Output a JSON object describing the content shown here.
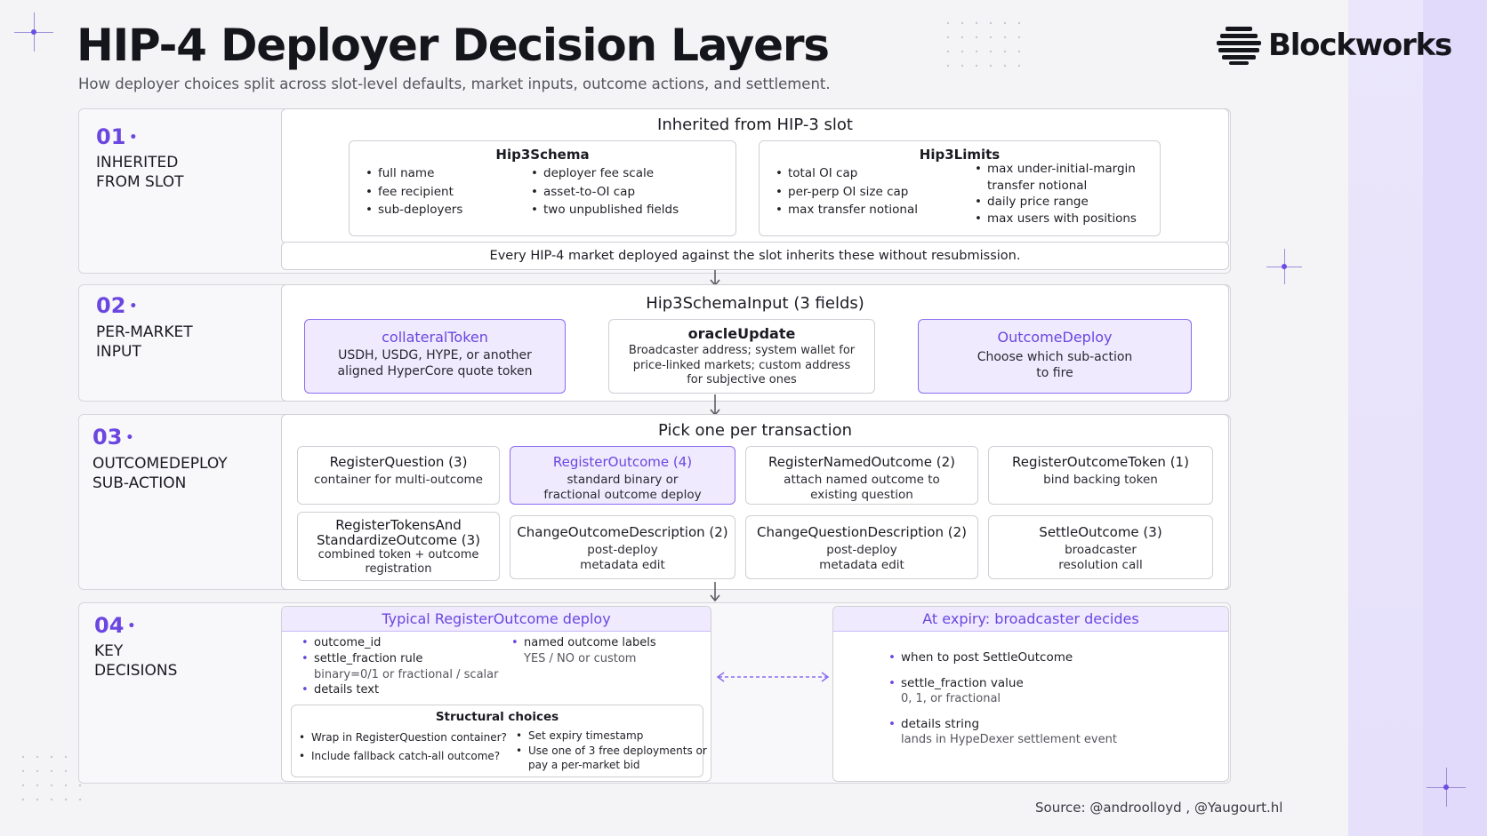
{
  "header": {
    "title": "HIP-4 Deployer Decision Layers",
    "subtitle": "How deployer choices split across slot-level defaults, market inputs, outcome actions, and settlement.",
    "brand": "Blockworks"
  },
  "colors": {
    "accent": "#6b46e0",
    "highlight_fill": "#efeafe",
    "panel": "#e6e0fb"
  },
  "layers": [
    {
      "number": "01",
      "label": "INHERITED\nFROM SLOT"
    },
    {
      "number": "02",
      "label": "PER-MARKET\nINPUT"
    },
    {
      "number": "03",
      "label": "OUTCOMEDEPLOY\nSUB-ACTION"
    },
    {
      "number": "04",
      "label": "KEY\nDECISIONS"
    }
  ],
  "layer1": {
    "title": "Inherited from HIP-3 slot",
    "schema": {
      "title": "Hip3Schema",
      "col1": [
        "full name",
        "fee recipient",
        "sub-deployers"
      ],
      "col2": [
        "deployer fee scale",
        "asset-to-OI cap",
        "two unpublished fields"
      ]
    },
    "limits": {
      "title": "Hip3Limits",
      "col1": [
        "total OI cap",
        "per-perp OI size cap",
        "max transfer notional"
      ],
      "col2": [
        "max under-initial-margin",
        "transfer notional",
        "daily price range",
        "max users with positions"
      ]
    },
    "footer": "Every HIP-4 market deployed against the slot inherits these without resubmission."
  },
  "layer2": {
    "title": "Hip3SchemaInput (3 fields)",
    "cards": [
      {
        "title": "collateralToken",
        "lines": [
          "USDH, USDG, HYPE, or another",
          "aligned HyperCore quote token"
        ]
      },
      {
        "title": "oracleUpdate",
        "lines": [
          "Broadcaster address; system wallet for",
          "price-linked markets; custom address",
          "for subjective ones"
        ]
      },
      {
        "title": "OutcomeDeploy",
        "lines": [
          "Choose which sub-action",
          "to fire"
        ]
      }
    ]
  },
  "layer3": {
    "title": "Pick one per transaction",
    "cards": [
      {
        "title": "RegisterQuestion (3)",
        "lines": [
          "container for multi-outcome"
        ]
      },
      {
        "title": "RegisterOutcome (4)",
        "lines": [
          "standard binary or",
          "fractional outcome deploy"
        ]
      },
      {
        "title": "RegisterNamedOutcome (2)",
        "lines": [
          "attach named outcome to",
          "existing question"
        ]
      },
      {
        "title": "RegisterOutcomeToken (1)",
        "lines": [
          "bind backing token"
        ]
      },
      {
        "title": "RegisterTokensAnd",
        "title2": "StandardizeOutcome (3)",
        "lines": [
          "combined token + outcome",
          "registration"
        ]
      },
      {
        "title": "ChangeOutcomeDescription (2)",
        "lines": [
          "post-deploy",
          "metadata edit"
        ]
      },
      {
        "title": "ChangeQuestionDescription (2)",
        "lines": [
          "post-deploy",
          "metadata edit"
        ]
      },
      {
        "title": "SettleOutcome (3)",
        "lines": [
          "broadcaster",
          "resolution call"
        ]
      }
    ]
  },
  "layer4": {
    "deploy": {
      "title": "Typical RegisterOutcome deploy",
      "col1": [
        {
          "label": "outcome_id",
          "sub": ""
        },
        {
          "label": "settle_fraction rule",
          "sub": "binary=0/1 or fractional / scalar"
        },
        {
          "label": "details text",
          "sub": ""
        }
      ],
      "col2": [
        {
          "label": "named outcome labels",
          "sub": "YES / NO or custom"
        }
      ],
      "structural": {
        "title": "Structural choices",
        "col1": [
          "Wrap in RegisterQuestion container?",
          "Include fallback catch-all outcome?"
        ],
        "col2": [
          "Set expiry timestamp",
          "Use one of 3 free deployments or",
          "pay a per-market bid"
        ]
      }
    },
    "expiry": {
      "title": "At expiry: broadcaster decides",
      "items": [
        {
          "label": "when to post SettleOutcome",
          "sub": ""
        },
        {
          "label": "settle_fraction value",
          "sub": "0, 1, or fractional"
        },
        {
          "label": "details string",
          "sub": "lands in HypeDexer settlement event"
        }
      ]
    }
  },
  "source": "Source: @androolloyd , @Yaugourt.hl"
}
